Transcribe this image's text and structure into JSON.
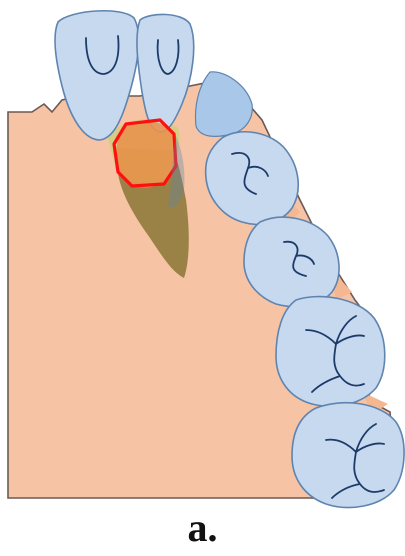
{
  "figure": {
    "panel_label": "a.",
    "colors": {
      "gingiva_fill": "#f6c3a4",
      "gingiva_outline": "#6b5a55",
      "tooth_fill": "#c6d9ee",
      "tooth_outline": "#5f84b0",
      "tooth_groove": "#1d3b6a",
      "lateral_incisor_fill": "#a9c7e8",
      "root_fill": "#8a7636",
      "root_highlight_fill": "#b9d56a",
      "impacted_crown_fill": "#e8934c",
      "marker_outline": "#ff1010",
      "interdental_fill": "#f3b892"
    },
    "icons": [
      "central-incisor",
      "adjacent-incisor",
      "lateral-incisor",
      "canine",
      "first-premolar",
      "first-molar",
      "second-molar",
      "impacted-tooth-root",
      "impacted-tooth-crown",
      "highlight-ring"
    ]
  }
}
